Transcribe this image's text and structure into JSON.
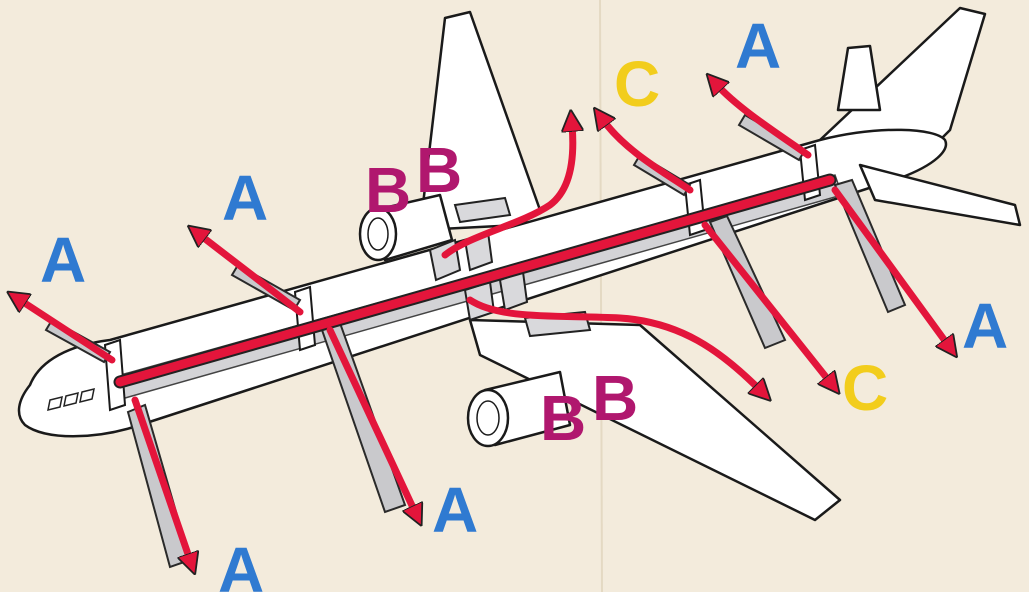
{
  "colors": {
    "background": "#f3ebdc",
    "route": "#e3153b",
    "door_A": "#2f7ad1",
    "exit_B": "#b0176e",
    "exit_C": "#f2cd1c",
    "fuselage": "#ffffff",
    "slide": "#c9c9cc"
  },
  "labels": {
    "a": "A",
    "b": "B",
    "c": "C"
  }
}
